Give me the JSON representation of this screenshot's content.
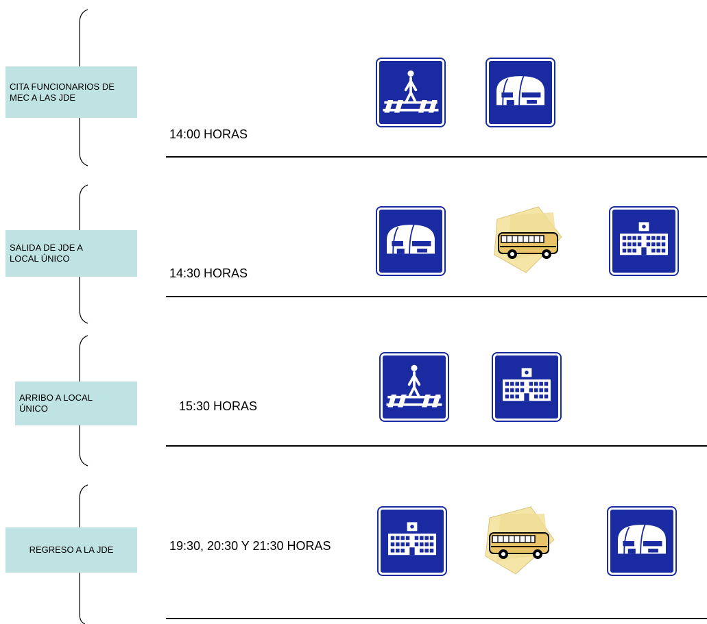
{
  "rows": [
    {
      "label": "CITA FUNCIONARIOS DE MEC A LAS JDE",
      "time": "14:00 HORAS",
      "icons": [
        "pedestrian-crossing-sign-icon",
        "warehouse-sign-icon"
      ]
    },
    {
      "label": "SALIDA DE  JDE  A LOCAL ÚNICO",
      "time": "14:30 HORAS",
      "icons": [
        "warehouse-sign-icon",
        "school-bus-icon",
        "school-building-sign-icon"
      ]
    },
    {
      "label": "ARRIBO A LOCAL ÚNICO",
      "time": "15:30 HORAS",
      "icons": [
        "pedestrian-crossing-sign-icon",
        "school-building-sign-icon"
      ]
    },
    {
      "label": "REGRESO A LA JDE",
      "time": "19:30, 20:30 Y 21:30 HORAS",
      "icons": [
        "school-building-sign-icon",
        "school-bus-icon",
        "warehouse-sign-icon"
      ]
    }
  ],
  "colors": {
    "label_box": "#bfe3e3",
    "sign_blue": "#1a2aa0",
    "bus_yellow": "#e8c36a",
    "bus_backdrop": "#f5e6a8"
  }
}
